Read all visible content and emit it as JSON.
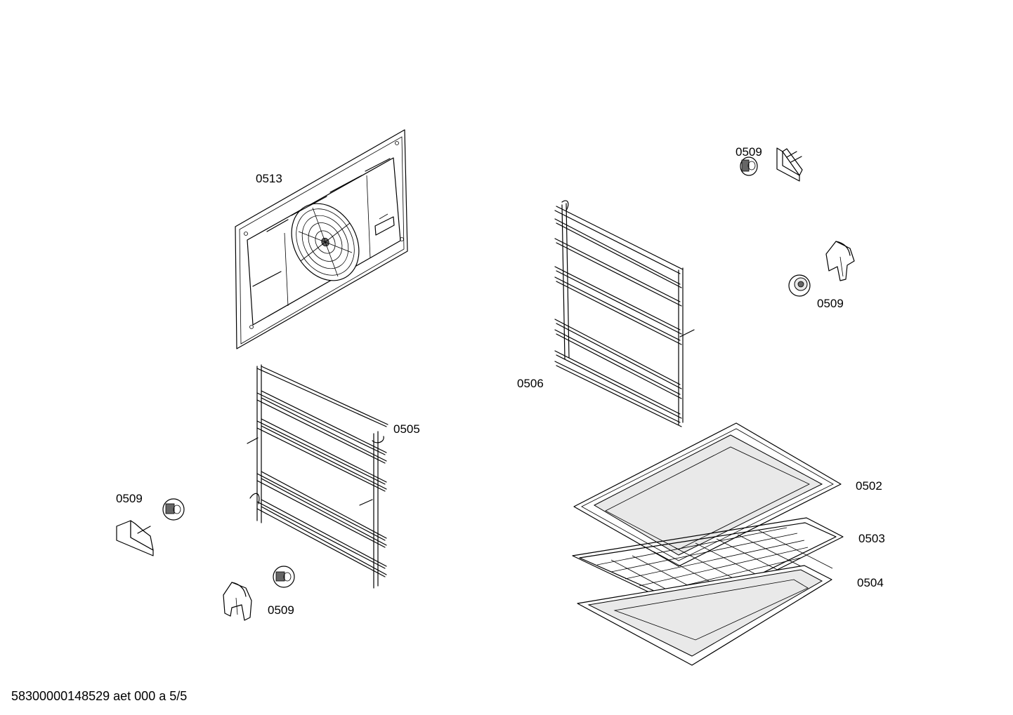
{
  "labels": {
    "p0513": "0513",
    "p0505": "0505",
    "p0506": "0506",
    "p0502": "0502",
    "p0503": "0503",
    "p0504": "0504",
    "p0509_top": "0509",
    "p0509_right": "0509",
    "p0509_left": "0509",
    "p0509_bottom": "0509"
  },
  "footer": {
    "code": "58300000148529 aet 000 a 5/5"
  }
}
